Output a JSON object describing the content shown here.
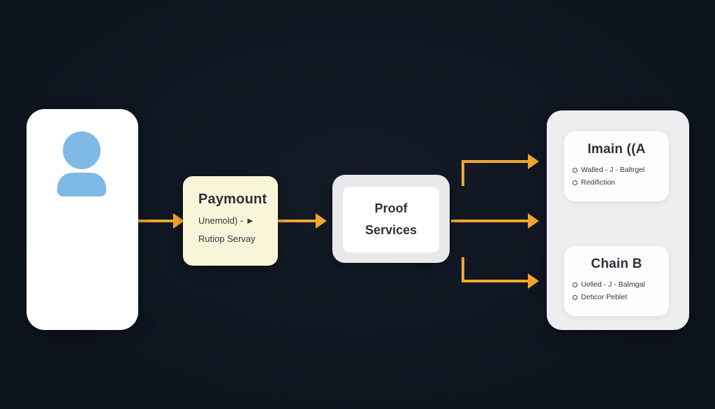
{
  "user_card": {
    "icon": "person-icon"
  },
  "payment_box": {
    "title": "Paymount",
    "line1": "Unemold) - ►",
    "line2": "Rutiop Servay"
  },
  "proof_box": {
    "line1": "Proof",
    "line2": "Services"
  },
  "right_panel": {
    "cards": [
      {
        "title": "Imain ((A",
        "items": [
          "Walled - J - Baltrgel",
          "Redifiction"
        ]
      },
      {
        "title": "Chain B",
        "items": [
          "Uelled - J - Balmgal",
          "Deticor Peblet"
        ]
      }
    ]
  },
  "colors": {
    "background": "#0f1621",
    "arrow": "#f3a52f",
    "payment_box_bg": "#f9f5d8",
    "panel_bg": "#eeeef0",
    "card_bg": "#ffffff",
    "person_icon": "#7fb9e6",
    "text": "#2c323b"
  }
}
